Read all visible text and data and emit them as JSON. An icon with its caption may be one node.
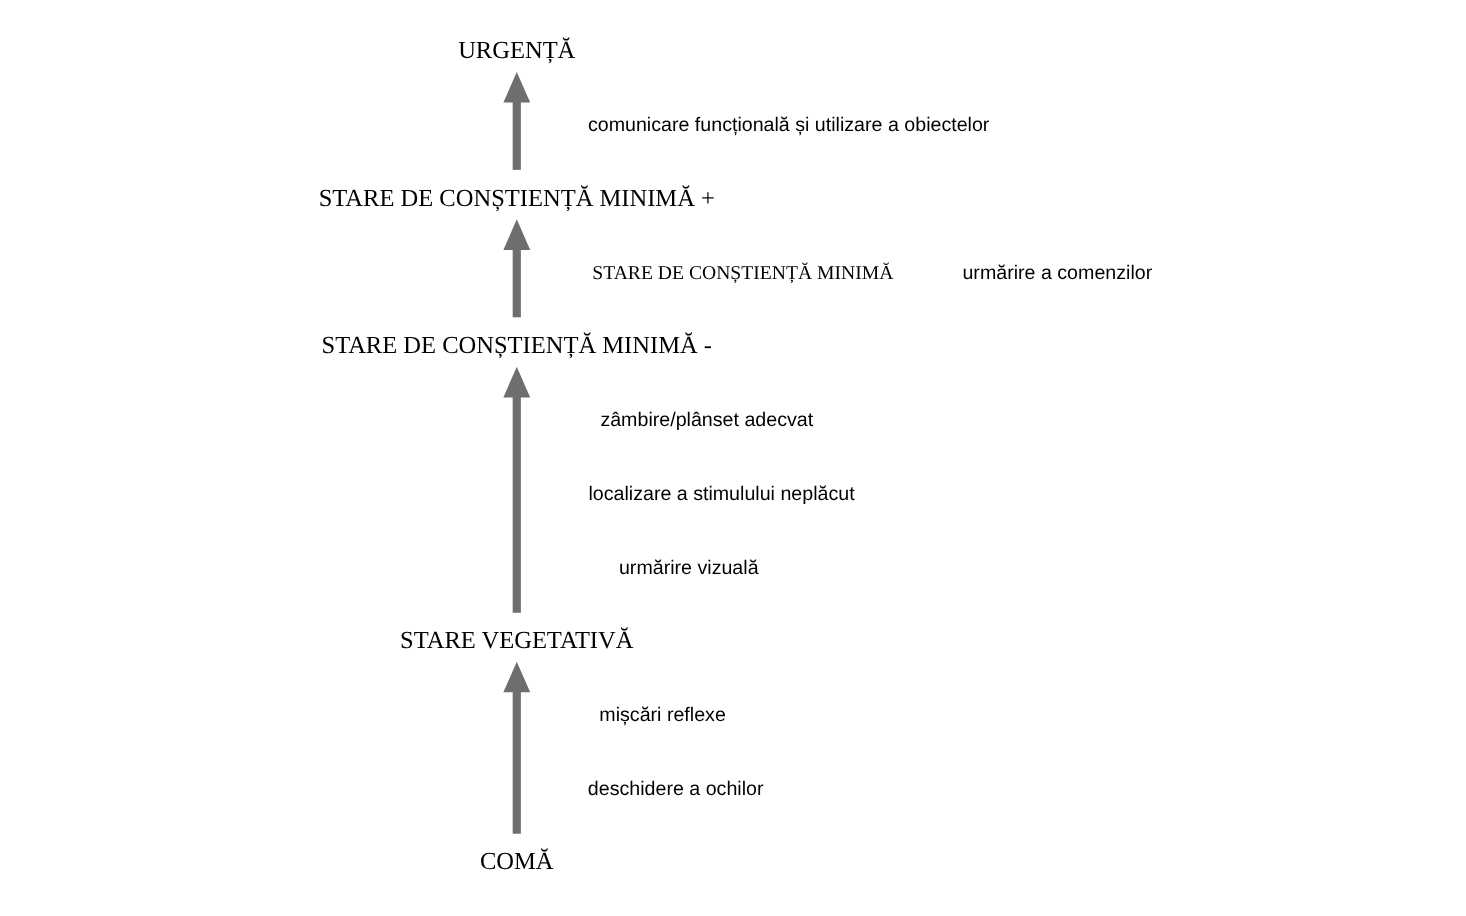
{
  "diagram": {
    "nodes": [
      {
        "text": [
          "URGENȚĂ"
        ]
      },
      {
        "text": [
          "STARE DE CONȘTIENȚĂ MINIMĂ +"
        ]
      },
      {
        "text": [
          "STARE DE CONȘTIENȚĂ MINIMĂ -"
        ]
      },
      {
        "text": [
          "STARE VEGETATIVĂ"
        ]
      },
      {
        "text": [
          "COMĂ"
        ]
      }
    ],
    "edges": [
      {
        "from": 4,
        "to": 3,
        "arrow": "to"
      },
      {
        "from": 3,
        "to": 2,
        "arrow": "to"
      },
      {
        "from": 2,
        "to": 1,
        "arrow": "to"
      },
      {
        "from": 1,
        "to": 0,
        "arrow": "to"
      }
    ],
    "labels": [
      "comunicare funcțională și utilizare a obiectelor",
      "STARE DE CONȘTIENȚĂ MINIMĂ",
      "urmărire a comenzilor",
      "zâmbire/plânset adecvat",
      "localizare a stimulului neplăcut",
      "urmărire vizuală",
      "mișcări reflexe",
      "deschidere a ochilor"
    ]
  }
}
